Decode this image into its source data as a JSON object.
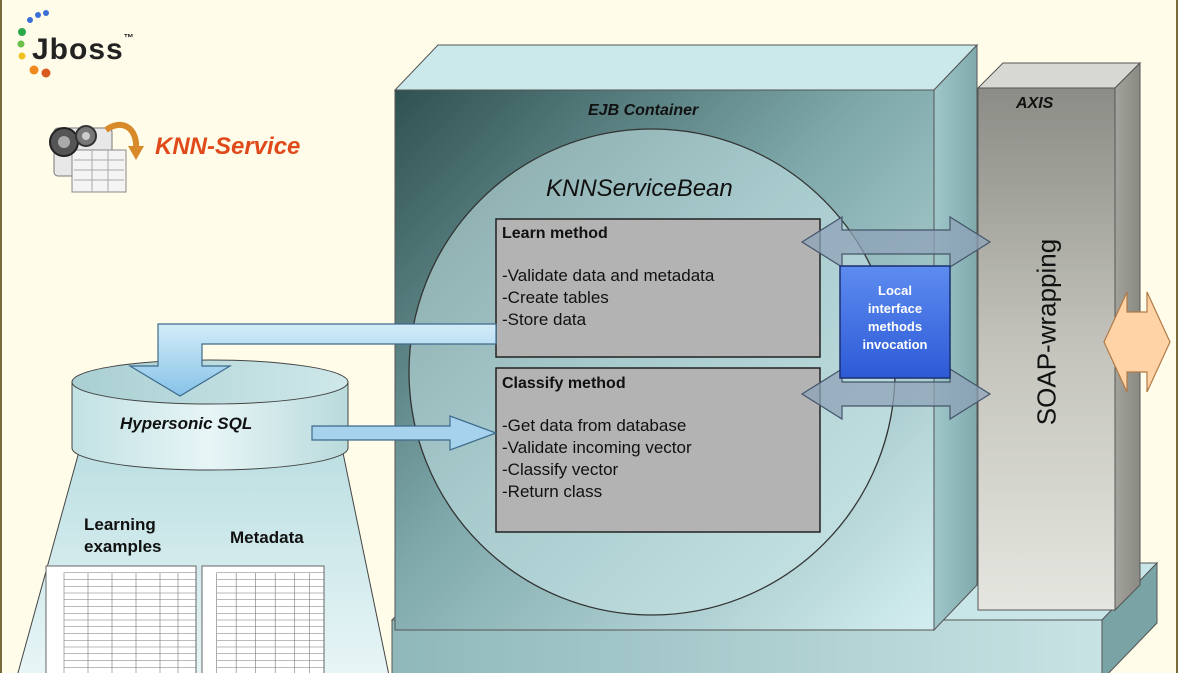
{
  "logo": {
    "text": "Jboss",
    "tm": "™"
  },
  "service": {
    "title": "KNN-Service",
    "icon": "service-gear-icon"
  },
  "ejb_container": {
    "label": "EJB Container"
  },
  "axis": {
    "label": "AXIS",
    "soap_label": "SOAP-wrapping"
  },
  "bean": {
    "label": "KNNServiceBean"
  },
  "learn": {
    "title": "Learn method",
    "lines": [
      "-Validate data and metadata",
      "-Create tables",
      "-Store data"
    ]
  },
  "classify": {
    "title": "Classify method",
    "lines": [
      "-Get data from database",
      "-Validate incoming vector",
      "-Classify vector",
      "-Return class"
    ]
  },
  "local_interface": {
    "lines": [
      "Local",
      "interface",
      "methods",
      "invocation"
    ]
  },
  "database": {
    "label": "Hypersonic SQL"
  },
  "tables": {
    "learning": [
      "Learning",
      "examples"
    ],
    "metadata": "Metadata"
  },
  "colors": {
    "container_face": "#c9e8ea",
    "container_dark": "#3f6464",
    "axis_face": "#b9b9b2",
    "service_title": "#e04a1a",
    "local_box": "#3d6fe8",
    "method_box": "#b3b3b3",
    "external_arrow": "#ffd6a8"
  }
}
